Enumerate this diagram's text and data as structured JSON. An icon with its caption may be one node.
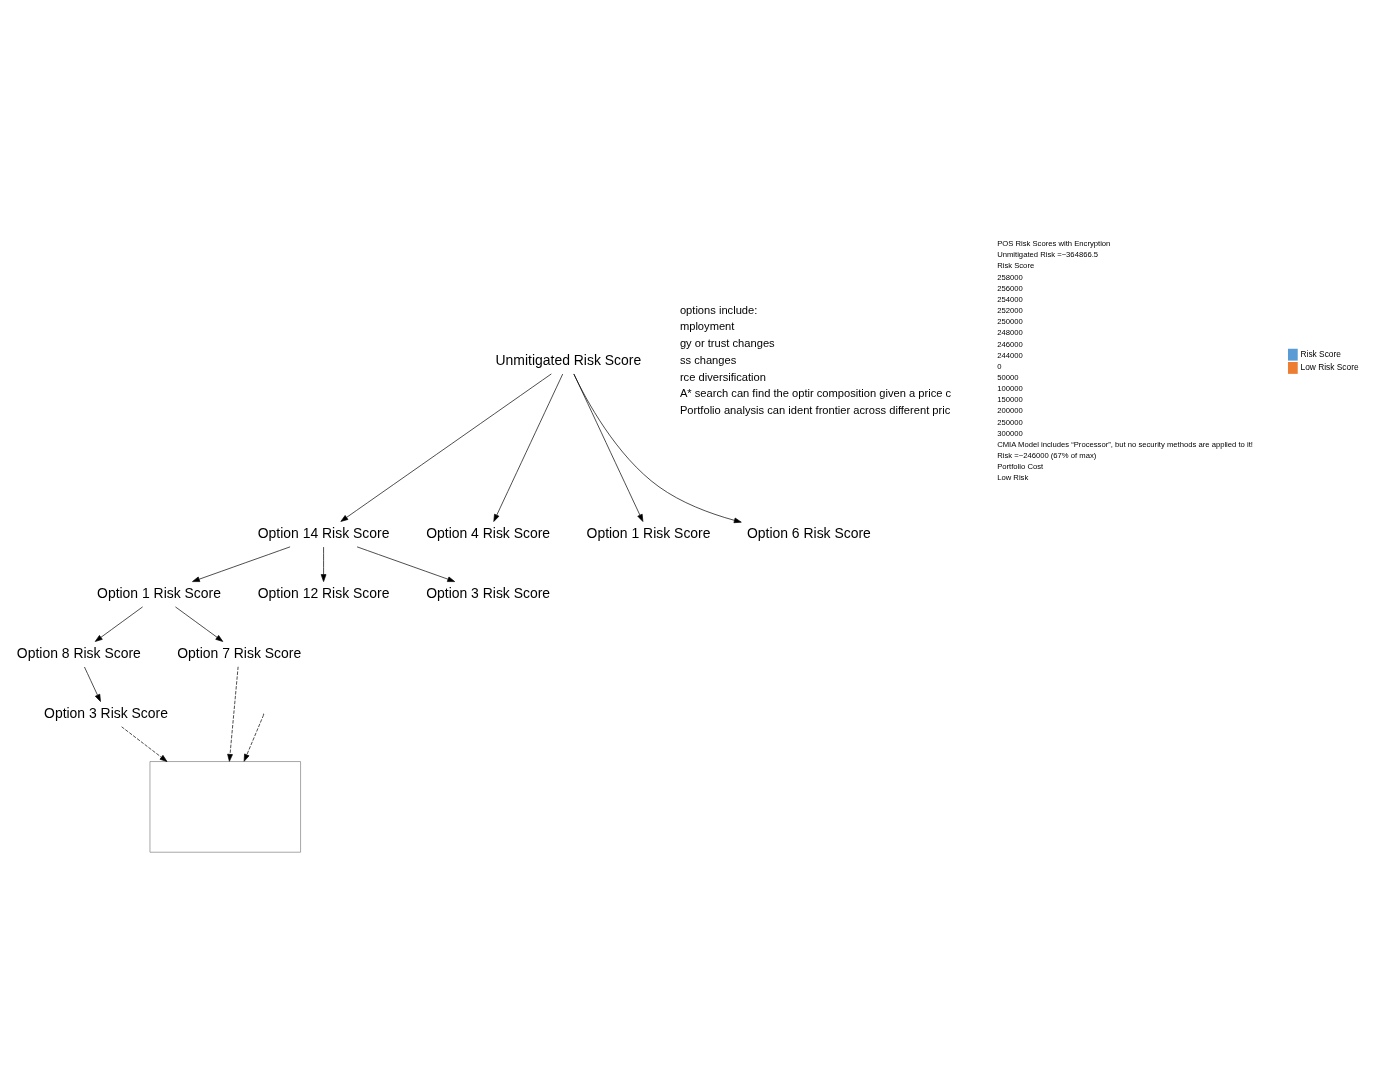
{
  "diagram": {
    "nodes": [
      {
        "text": [
          "Unmitigated Risk Score"
        ]
      },
      {
        "text": [
          "Option 14 Risk Score"
        ]
      },
      {
        "text": [
          "Option 4 Risk Score"
        ]
      },
      {
        "text": [
          "Option 1 Risk Score"
        ]
      },
      {
        "text": [
          "Option 6 Risk Score"
        ]
      },
      {
        "text": [
          "Option 1 Risk Score"
        ]
      },
      {
        "text": [
          "Option 12 Risk Score"
        ]
      },
      {
        "text": [
          "Option 3 Risk Score"
        ]
      },
      {
        "text": [
          "Option 8 Risk Score"
        ]
      },
      {
        "text": [
          "Option 7 Risk Score"
        ]
      },
      {
        "text": [
          "Option 3 Risk Score"
        ]
      },
      {
        "text": [],
        "shape": "box"
      }
    ],
    "edges": [
      {
        "from": 0,
        "to": 1,
        "arrow": "to"
      },
      {
        "from": 0,
        "to": 2,
        "arrow": "to"
      },
      {
        "from": 0,
        "to": 3,
        "arrow": "to"
      },
      {
        "from": 0,
        "to": 4,
        "arrow": "to"
      },
      {
        "from": 1,
        "to": 5,
        "arrow": "to"
      },
      {
        "from": 1,
        "to": 6,
        "arrow": "to"
      },
      {
        "from": 1,
        "to": 7,
        "arrow": "to"
      },
      {
        "from": 5,
        "to": 8,
        "arrow": "to"
      },
      {
        "from": 5,
        "to": 9,
        "arrow": "to"
      },
      {
        "from": 8,
        "to": 10,
        "arrow": "to"
      },
      {
        "from": 10,
        "to": 11,
        "arrow": "to",
        "style": "dashed"
      },
      {
        "from": 9,
        "to": 11,
        "arrow": "to",
        "style": "dashed"
      },
      {
        "from": null,
        "to": 11,
        "arrow": "to",
        "style": "dashed"
      }
    ],
    "labels": [
      "options include:",
      "mployment",
      "gy or trust changes",
      "ss changes",
      "rce diversification",
      "A* search can find the optir composition given a price c",
      "Portfolio analysis can ident frontier across different pric",
      "POS Risk Scores with Encryption",
      "Unmitigated Risk =~364866.5",
      "Risk Score",
      "258000",
      "256000",
      "254000",
      "252000",
      "250000",
      "248000",
      "246000",
      "244000",
      "0",
      "50000",
      "100000",
      "150000",
      "200000",
      "250000",
      "300000",
      "CMIA Model includes “Processor”, but no security methods are applied to it!",
      "Risk =~246000 (67% of max)",
      "Portfolio Cost",
      "Low Risk"
    ],
    "legend": [
      {
        "text": "Risk Score",
        "color": "#5b9bd5"
      },
      {
        "text": "Low Risk Score",
        "color": "#ed7d31"
      }
    ]
  }
}
